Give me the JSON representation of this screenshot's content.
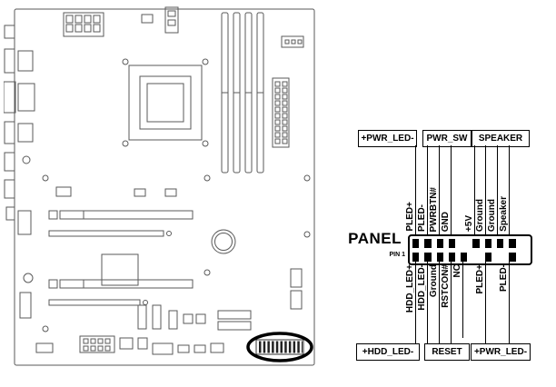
{
  "diagram": {
    "title": "PANEL",
    "pin1_label": "PIN 1",
    "top_connector_boxes": [
      "+PWR_LED-",
      "PWR_SW",
      "SPEAKER"
    ],
    "bottom_connector_boxes": [
      "+HDD_LED-",
      "RESET",
      "+PWR_LED-"
    ],
    "top_pins": [
      "PLED+",
      "PLED-",
      "PWRBTN#",
      "GND",
      "",
      "+5V",
      "Ground",
      "Ground",
      "Speaker",
      ""
    ],
    "bottom_pins": [
      "HDD_LED+",
      "HDD_LED-",
      "Ground",
      "RSTCON#",
      "NC",
      "",
      "PLED+",
      "",
      "PLED-",
      ""
    ]
  },
  "colors": {
    "line": "#000000",
    "board_outline": "#5a5a5a",
    "highlight_ellipse": "#000000"
  }
}
